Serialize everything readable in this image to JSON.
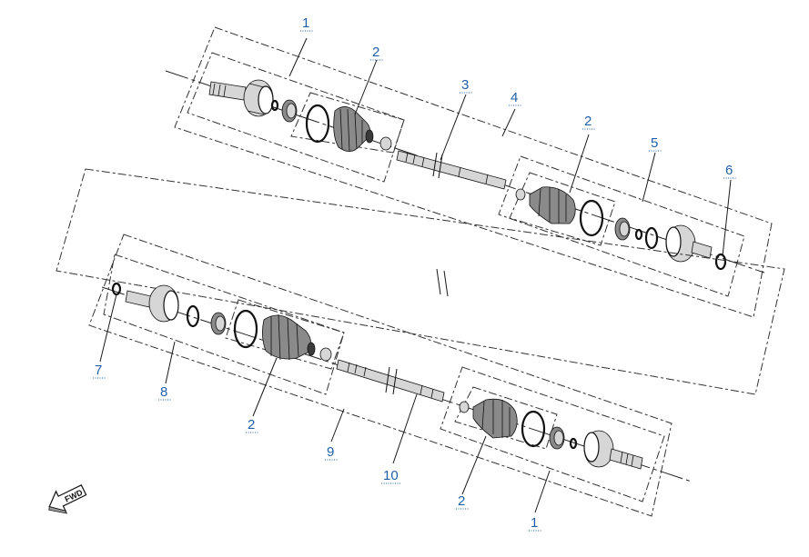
{
  "diagram": {
    "callouts": [
      {
        "id": "c1-top",
        "text": "1"
      },
      {
        "id": "c2-top-left",
        "text": "2"
      },
      {
        "id": "c3",
        "text": "3"
      },
      {
        "id": "c4",
        "text": "4"
      },
      {
        "id": "c2-top-right",
        "text": "2"
      },
      {
        "id": "c5",
        "text": "5"
      },
      {
        "id": "c6",
        "text": "6"
      },
      {
        "id": "c7",
        "text": "7"
      },
      {
        "id": "c8",
        "text": "8"
      },
      {
        "id": "c2-bottom-left",
        "text": "2"
      },
      {
        "id": "c9",
        "text": "9"
      },
      {
        "id": "c10",
        "text": "10"
      },
      {
        "id": "c2-bottom-right",
        "text": "2"
      },
      {
        "id": "c1-bottom",
        "text": "1"
      }
    ],
    "fwd_label": "FWD"
  }
}
